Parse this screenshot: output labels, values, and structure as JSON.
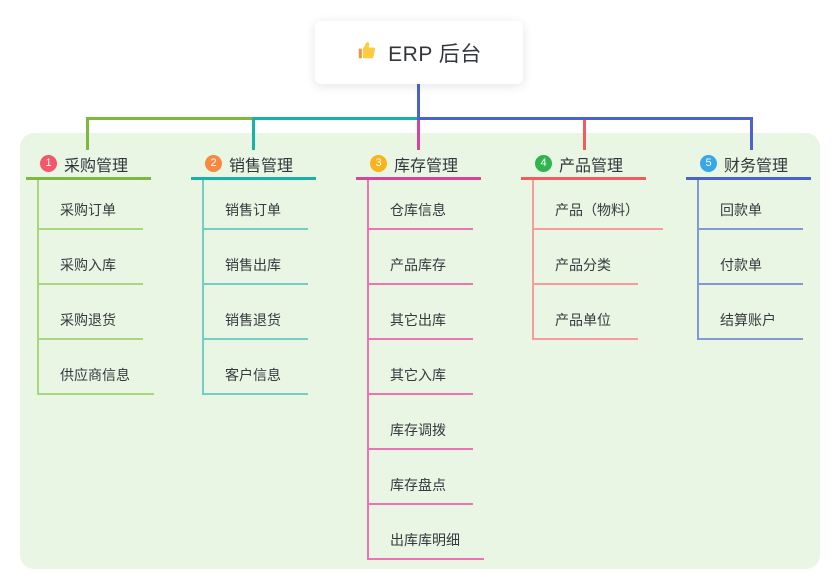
{
  "root": {
    "title": "ERP 后台",
    "icon": "thumbs-up-icon"
  },
  "connectors": {
    "root_line": "#4a63cd"
  },
  "branches": [
    {
      "num": "1",
      "label": "采购管理",
      "colors": {
        "badge": "#f4566a",
        "line": "#7cb93f",
        "light": "#a9d67f"
      },
      "items": [
        "采购订单",
        "采购入库",
        "采购退货",
        "供应商信息"
      ]
    },
    {
      "num": "2",
      "label": "销售管理",
      "colors": {
        "badge": "#f6893f",
        "line": "#18b2a8",
        "light": "#72cec6"
      },
      "items": [
        "销售订单",
        "销售出库",
        "销售退货",
        "客户信息"
      ]
    },
    {
      "num": "3",
      "label": "库存管理",
      "colors": {
        "badge": "#f9b31c",
        "line": "#d8449c",
        "light": "#ee72b6"
      },
      "items": [
        "仓库信息",
        "产品库存",
        "其它出库",
        "其它入库",
        "库存调拨",
        "库存盘点",
        "出库库明细"
      ]
    },
    {
      "num": "4",
      "label": "产品管理",
      "colors": {
        "badge": "#2fb44f",
        "line": "#f25c5c",
        "light": "#f79b9b"
      },
      "items": [
        "产品（物料）",
        "产品分类",
        "产品单位"
      ]
    },
    {
      "num": "5",
      "label": "财务管理",
      "colors": {
        "badge": "#38a7ea",
        "line": "#4a63cd",
        "light": "#8298d8"
      },
      "items": [
        "回款单",
        "付款单",
        "结算账户"
      ]
    }
  ]
}
